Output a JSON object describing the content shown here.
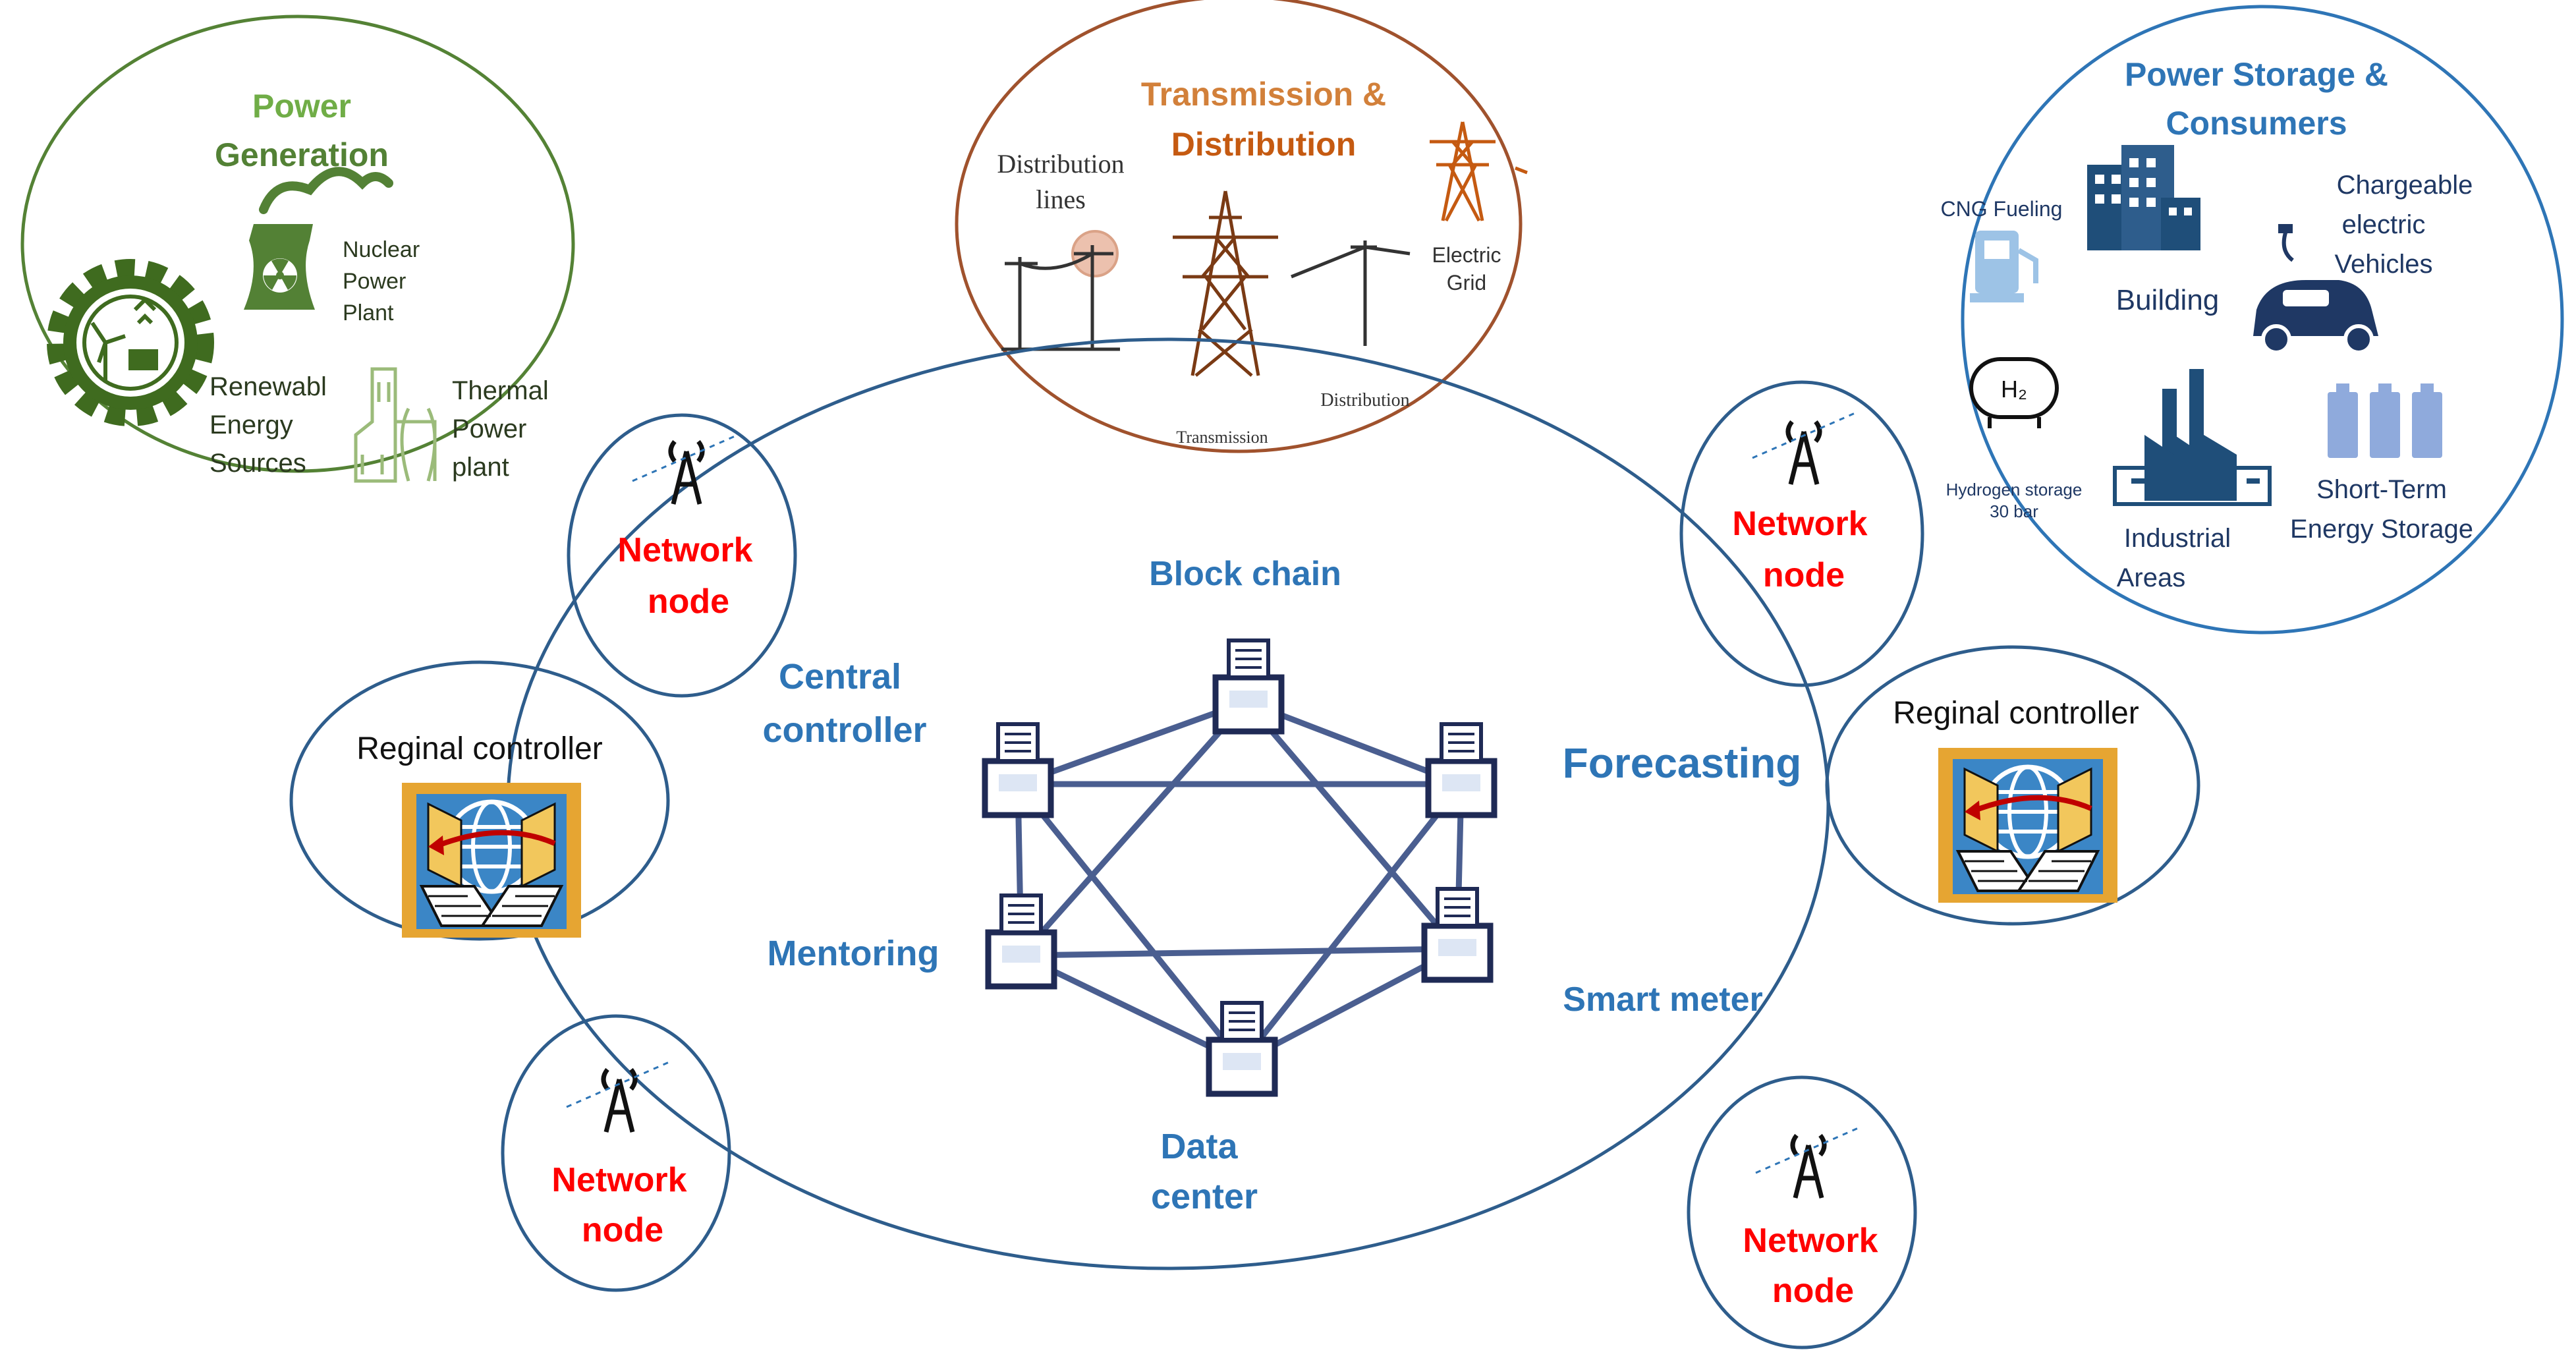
{
  "power_generation": {
    "title_line1": "Power",
    "title_line2": "Generation",
    "nuclear_1": "Nuclear",
    "nuclear_2": "Power",
    "nuclear_3": "Plant",
    "renewable_1": "Renewabl",
    "renewable_2": "Energy",
    "renewable_3": "Sources",
    "thermal_1": "Thermal",
    "thermal_2": "Power",
    "thermal_3": "plant"
  },
  "transmission": {
    "title_line1": "Transmission &",
    "title_line2": "Distribution",
    "dist_lines_1": "Distribution",
    "dist_lines_2": "lines",
    "electric_1": "Electric",
    "electric_2": "Grid",
    "distribution": "Distribution",
    "transmission": "Transmission"
  },
  "storage": {
    "title_line1": "Power Storage &",
    "title_line2": "Consumers",
    "cng": "CNG Fueling",
    "building": "Building",
    "ev_1": "Chargeable",
    "ev_2": "electric",
    "ev_3": "Vehicles",
    "h2_symbol": "H₂",
    "hydrogen_1": "Hydrogen storage",
    "hydrogen_2": "30 bar",
    "industrial_1": "Industrial",
    "industrial_2": "Areas",
    "short_term_1": "Short-Term",
    "short_term_2": "Energy Storage"
  },
  "network_node": {
    "line1": "Network",
    "line2": "node"
  },
  "regional_controller": "Reginal controller",
  "center": {
    "block_chain": "Block chain",
    "central_1": "Central",
    "central_2": "controller",
    "forecasting": "Forecasting",
    "mentoring": "Mentoring",
    "smart_meter": "Smart meter",
    "data_1": "Data",
    "data_2": "center"
  },
  "colors": {
    "green": "#538135",
    "orange": "#C55A11",
    "blue": "#2E75B6",
    "navy": "#1F3864",
    "red": "#FF0000",
    "circle": "#2E5D8C"
  }
}
